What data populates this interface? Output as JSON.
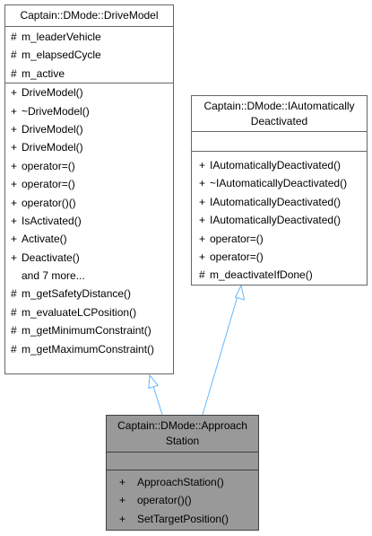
{
  "classes": {
    "drive_model": {
      "title": "Captain::DMode::DriveModel",
      "attributes": [
        {
          "vis": "#",
          "name": "m_leaderVehicle"
        },
        {
          "vis": "#",
          "name": "m_elapsedCycle"
        },
        {
          "vis": "#",
          "name": "m_active"
        }
      ],
      "operations": [
        {
          "vis": "+",
          "name": "DriveModel()"
        },
        {
          "vis": "+",
          "name": "~DriveModel()"
        },
        {
          "vis": "+",
          "name": "DriveModel()"
        },
        {
          "vis": "+",
          "name": "DriveModel()"
        },
        {
          "vis": "+",
          "name": "operator=()"
        },
        {
          "vis": "+",
          "name": "operator=()"
        },
        {
          "vis": "+",
          "name": "operator()()"
        },
        {
          "vis": "+",
          "name": "IsActivated()"
        },
        {
          "vis": "+",
          "name": "Activate()"
        },
        {
          "vis": "+",
          "name": "Deactivate()"
        },
        {
          "vis": "",
          "name": "and 7 more..."
        },
        {
          "vis": "#",
          "name": "m_getSafetyDistance()"
        },
        {
          "vis": "#",
          "name": "m_evaluateLCPosition()"
        },
        {
          "vis": "#",
          "name": "m_getMinimumConstraint()"
        },
        {
          "vis": "#",
          "name": "m_getMaximumConstraint()"
        }
      ]
    },
    "iautomatically_deactivated": {
      "title": "Captain::DMode::IAutomatically\nDeactivated",
      "operations": [
        {
          "vis": "+",
          "name": "IAutomaticallyDeactivated()"
        },
        {
          "vis": "+",
          "name": "~IAutomaticallyDeactivated()"
        },
        {
          "vis": "+",
          "name": "IAutomaticallyDeactivated()"
        },
        {
          "vis": "+",
          "name": "IAutomaticallyDeactivated()"
        },
        {
          "vis": "+",
          "name": "operator=()"
        },
        {
          "vis": "+",
          "name": "operator=()"
        },
        {
          "vis": "#",
          "name": "m_deactivateIfDone()"
        }
      ]
    },
    "approach_station": {
      "title": "Captain::DMode::Approach\nStation",
      "operations": [
        {
          "vis": "+",
          "name": "ApproachStation()"
        },
        {
          "vis": "+",
          "name": "operator()()"
        },
        {
          "vis": "+",
          "name": "SetTargetPosition()"
        }
      ]
    }
  },
  "relations": [
    {
      "type": "inheritance",
      "from": "approach_station",
      "to": "drive_model"
    },
    {
      "type": "inheritance",
      "from": "approach_station",
      "to": "iautomatically_deactivated"
    }
  ],
  "colors": {
    "arrow": "#63b8ff",
    "box_border": "#666666",
    "highlight_fill": "#999999"
  }
}
